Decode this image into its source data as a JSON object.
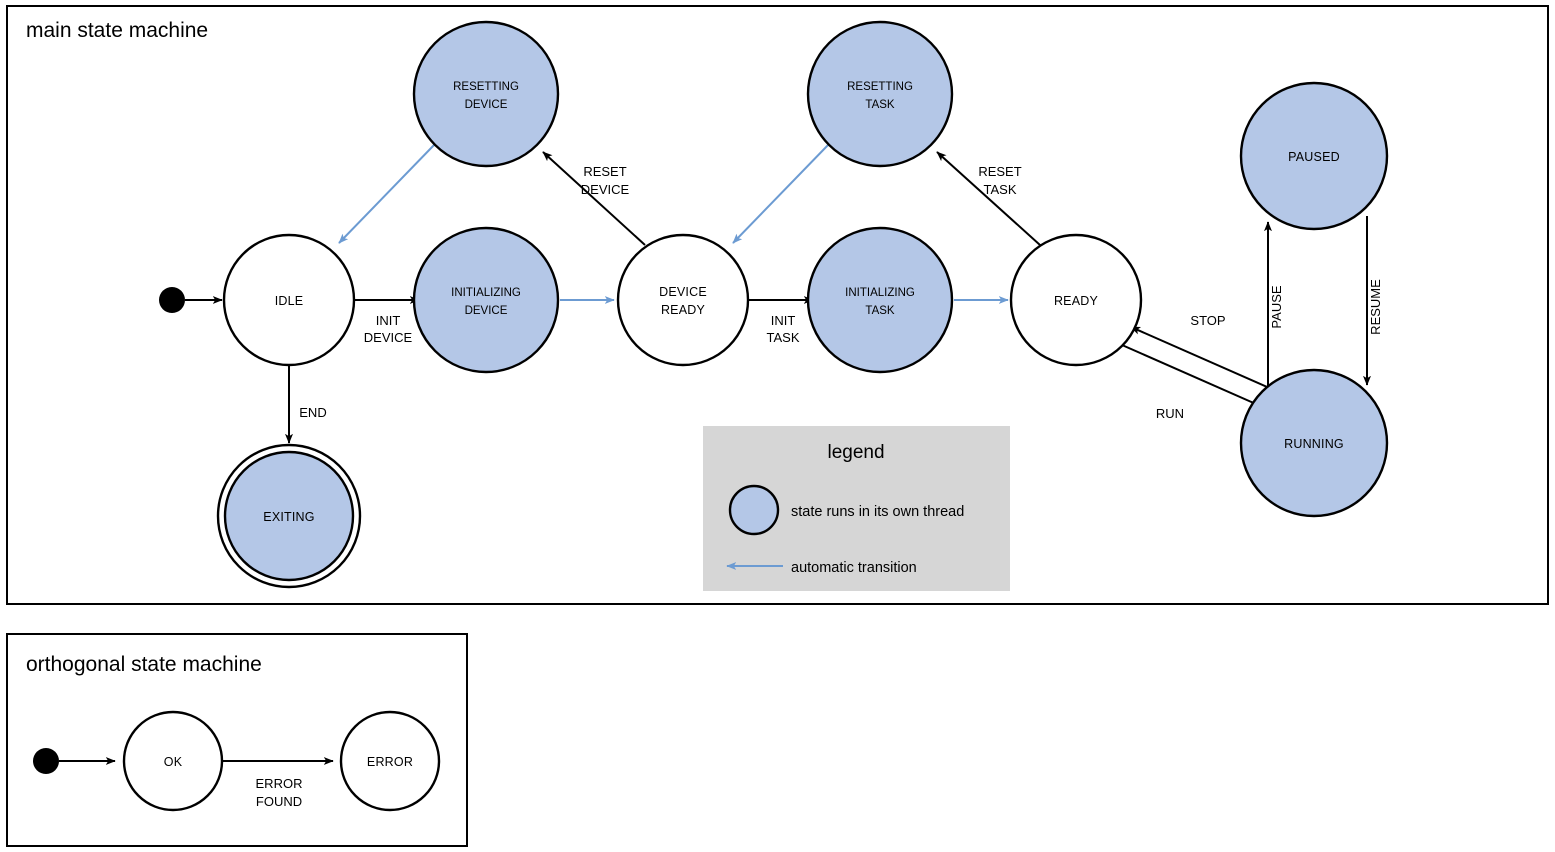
{
  "diagram": {
    "title": "main state machine",
    "kind": "state-machine"
  },
  "main_frame": {
    "title": "main state machine",
    "states": [
      {
        "id": "idle",
        "label": "IDLE",
        "threaded": false,
        "final": false
      },
      {
        "id": "initializing-device",
        "label_line1": "INITIALIZING",
        "label_line2": "DEVICE",
        "threaded": true,
        "final": false
      },
      {
        "id": "device-ready",
        "label_line1": "DEVICE",
        "label_line2": "READY",
        "threaded": false,
        "final": false
      },
      {
        "id": "initializing-task",
        "label_line1": "INITIALIZING",
        "label_line2": "TASK",
        "threaded": true,
        "final": false
      },
      {
        "id": "ready",
        "label": "READY",
        "threaded": false,
        "final": false
      },
      {
        "id": "resetting-device",
        "label_line1": "RESETTING",
        "label_line2": "DEVICE",
        "threaded": true,
        "final": false
      },
      {
        "id": "resetting-task",
        "label_line1": "RESETTING",
        "label_line2": "TASK",
        "threaded": true,
        "final": false
      },
      {
        "id": "paused",
        "label": "PAUSED",
        "threaded": true,
        "final": false
      },
      {
        "id": "running",
        "label": "RUNNING",
        "threaded": true,
        "final": false
      },
      {
        "id": "exiting",
        "label": "EXITING",
        "threaded": true,
        "final": true
      }
    ],
    "transitions": [
      {
        "id": "start-to-idle",
        "label": "",
        "automatic": false
      },
      {
        "id": "idle-to-initializing-device",
        "label_line1": "INIT",
        "label_line2": "DEVICE",
        "automatic": false
      },
      {
        "id": "initializing-device-to-device-ready",
        "label": "",
        "automatic": true
      },
      {
        "id": "device-ready-to-initializing-task",
        "label_line1": "INIT",
        "label_line2": "TASK",
        "automatic": false
      },
      {
        "id": "initializing-task-to-ready",
        "label": "",
        "automatic": true
      },
      {
        "id": "device-ready-to-resetting-device",
        "label_line1": "RESET",
        "label_line2": "DEVICE",
        "automatic": false
      },
      {
        "id": "resetting-device-to-idle",
        "label": "",
        "automatic": true
      },
      {
        "id": "ready-to-resetting-task",
        "label_line1": "RESET",
        "label_line2": "TASK",
        "automatic": false
      },
      {
        "id": "resetting-task-to-device-ready",
        "label": "",
        "automatic": true
      },
      {
        "id": "idle-to-exiting",
        "label": "END",
        "automatic": false
      },
      {
        "id": "ready-to-running",
        "label": "RUN",
        "automatic": false
      },
      {
        "id": "running-to-ready",
        "label": "STOP",
        "automatic": false
      },
      {
        "id": "running-to-paused",
        "label": "PAUSE",
        "automatic": false
      },
      {
        "id": "paused-to-running",
        "label": "RESUME",
        "automatic": false
      }
    ]
  },
  "legend": {
    "title": "legend",
    "items": [
      {
        "id": "thread-swatch",
        "text": "state runs in its own thread",
        "symbol": "filled-circle"
      },
      {
        "id": "auto-arrow",
        "text": "automatic transition",
        "symbol": "blue-arrow"
      }
    ]
  },
  "orthogonal_frame": {
    "title": "orthogonal state machine",
    "states": [
      {
        "id": "ok",
        "label": "OK",
        "threaded": false,
        "final": false
      },
      {
        "id": "error",
        "label": "ERROR",
        "threaded": false,
        "final": false
      }
    ],
    "transitions": [
      {
        "id": "start-to-ok",
        "label": "",
        "automatic": false
      },
      {
        "id": "ok-to-error",
        "label_line1": "ERROR",
        "label_line2": "FOUND",
        "automatic": false
      }
    ]
  },
  "colors": {
    "thread_fill": "#b4c7e7",
    "plain_fill": "#ffffff",
    "stroke": "#000000",
    "auto_transition": "#6c9bd2",
    "legend_bg": "#d6d6d6",
    "page_bg": "#ffffff"
  }
}
